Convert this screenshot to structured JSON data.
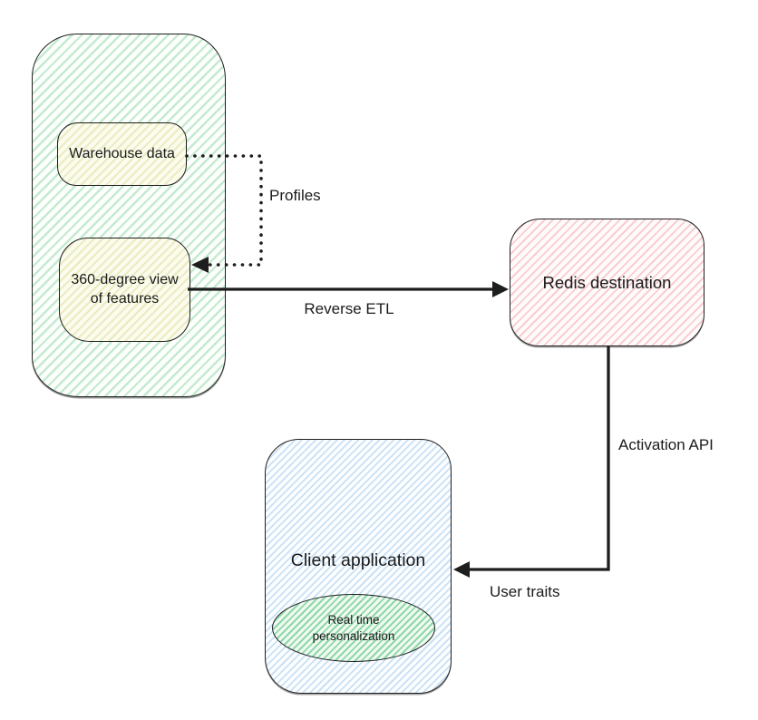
{
  "diagram": {
    "type": "flow-diagram",
    "nodes": {
      "warehouse_group": {
        "shape": "rounded-rectangle",
        "role": "container",
        "contains": [
          "warehouse",
          "features"
        ]
      },
      "warehouse": {
        "label": "Warehouse data",
        "shape": "rounded-rectangle"
      },
      "features": {
        "label": "360-degree view of features",
        "shape": "rounded-rectangle"
      },
      "redis": {
        "label": "Redis destination",
        "shape": "rounded-rectangle"
      },
      "client": {
        "label": "Client application",
        "shape": "rounded-rectangle"
      },
      "personalization": {
        "label": "Real time personalization",
        "shape": "ellipse",
        "inside": "client"
      }
    },
    "edges": {
      "profiles": {
        "label": "Profiles",
        "style": "dotted",
        "from": "warehouse",
        "to": "features",
        "arrow": "left"
      },
      "reverse_etl": {
        "label": "Reverse ETL",
        "style": "solid",
        "from": "features",
        "to": "redis",
        "arrow": "right"
      },
      "redis_to_client": {
        "labels": {
          "vertical_segment": "Activation API",
          "horizontal_segment": "User traits"
        },
        "style": "solid",
        "from": "redis",
        "to": "client",
        "arrow": "left"
      }
    }
  },
  "colors": {
    "stroke": "#1e1e1e",
    "text": "#1b1b1b",
    "container-fill": "#fcfffc",
    "container-hatch": "#c5ead0",
    "yellow-fill": "#fcfcee",
    "yellow-hatch": "#ebecc3",
    "pink-fill": "#fffbfb",
    "pink-hatch": "#f8ced2",
    "blue-fill": "#fcfeff",
    "blue-hatch": "#c8e0f5",
    "green-fill": "#f0faf3",
    "green-hatch": "#8ed8a6"
  }
}
